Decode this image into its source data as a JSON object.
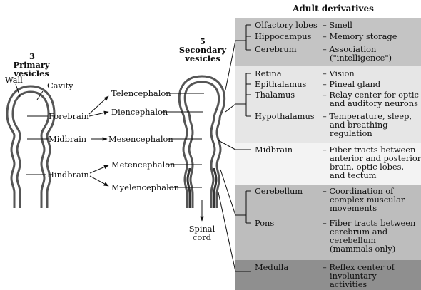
{
  "colors": {
    "band_forebrain_1": "#c4c4c4",
    "band_forebrain_2": "#e6e6e6",
    "band_midbrain": "#f3f3f3",
    "band_hindbrain": "#bdbdbd",
    "band_medulla": "#8f8f8f",
    "tube_wall": "#555555",
    "tube_cavity": "#ffffff"
  },
  "heading": {
    "primary_number": "3",
    "primary_label_1": "Primary",
    "primary_label_2": "vesicles",
    "secondary_number": "5",
    "secondary_label_1": "Secondary",
    "secondary_label_2": "vesicles",
    "adult": "Adult derivatives"
  },
  "labels": {
    "wall": "Wall",
    "cavity": "Cavity",
    "forebrain": "Forebrain",
    "midbrain": "Midbrain",
    "hindbrain": "Hindbrain",
    "telencephalon": "Telencephalon",
    "diencephalon": "Diencephalon",
    "mesencephalon": "Mesencephalon",
    "metencephalon": "Metencephalon",
    "myelencephalon": "Myelencephalon",
    "spinal_1": "Spinal",
    "spinal_2": "cord"
  },
  "derivatives": [
    {
      "structure": "Olfactory lobes",
      "function": [
        "– Smell"
      ]
    },
    {
      "structure": "Hippocampus",
      "function": [
        "– Memory storage"
      ]
    },
    {
      "structure": "Cerebrum",
      "function": [
        "– Association",
        "(\"intelligence\")"
      ]
    },
    {
      "structure": "Retina",
      "function": [
        "– Vision"
      ]
    },
    {
      "structure": "Epithalamus",
      "function": [
        "– Pineal gland"
      ]
    },
    {
      "structure": "Thalamus",
      "function": [
        "– Relay center for optic",
        "and auditory neurons"
      ]
    },
    {
      "structure": "Hypothalamus",
      "function": [
        "– Temperature, sleep,",
        "and breathing",
        "regulation"
      ]
    },
    {
      "structure": "Midbrain",
      "function": [
        "– Fiber tracts between",
        "anterior and posterior",
        "brain, optic lobes,",
        "and tectum"
      ]
    },
    {
      "structure": "Cerebellum",
      "function": [
        "– Coordination of",
        "complex muscular",
        "movements"
      ]
    },
    {
      "structure": "Pons",
      "function": [
        "– Fiber tracts between",
        "cerebrum and",
        "cerebellum",
        "(mammals only)"
      ]
    },
    {
      "structure": "Medulla",
      "function": [
        "– Reflex center of",
        "involuntary",
        "activities"
      ]
    }
  ]
}
